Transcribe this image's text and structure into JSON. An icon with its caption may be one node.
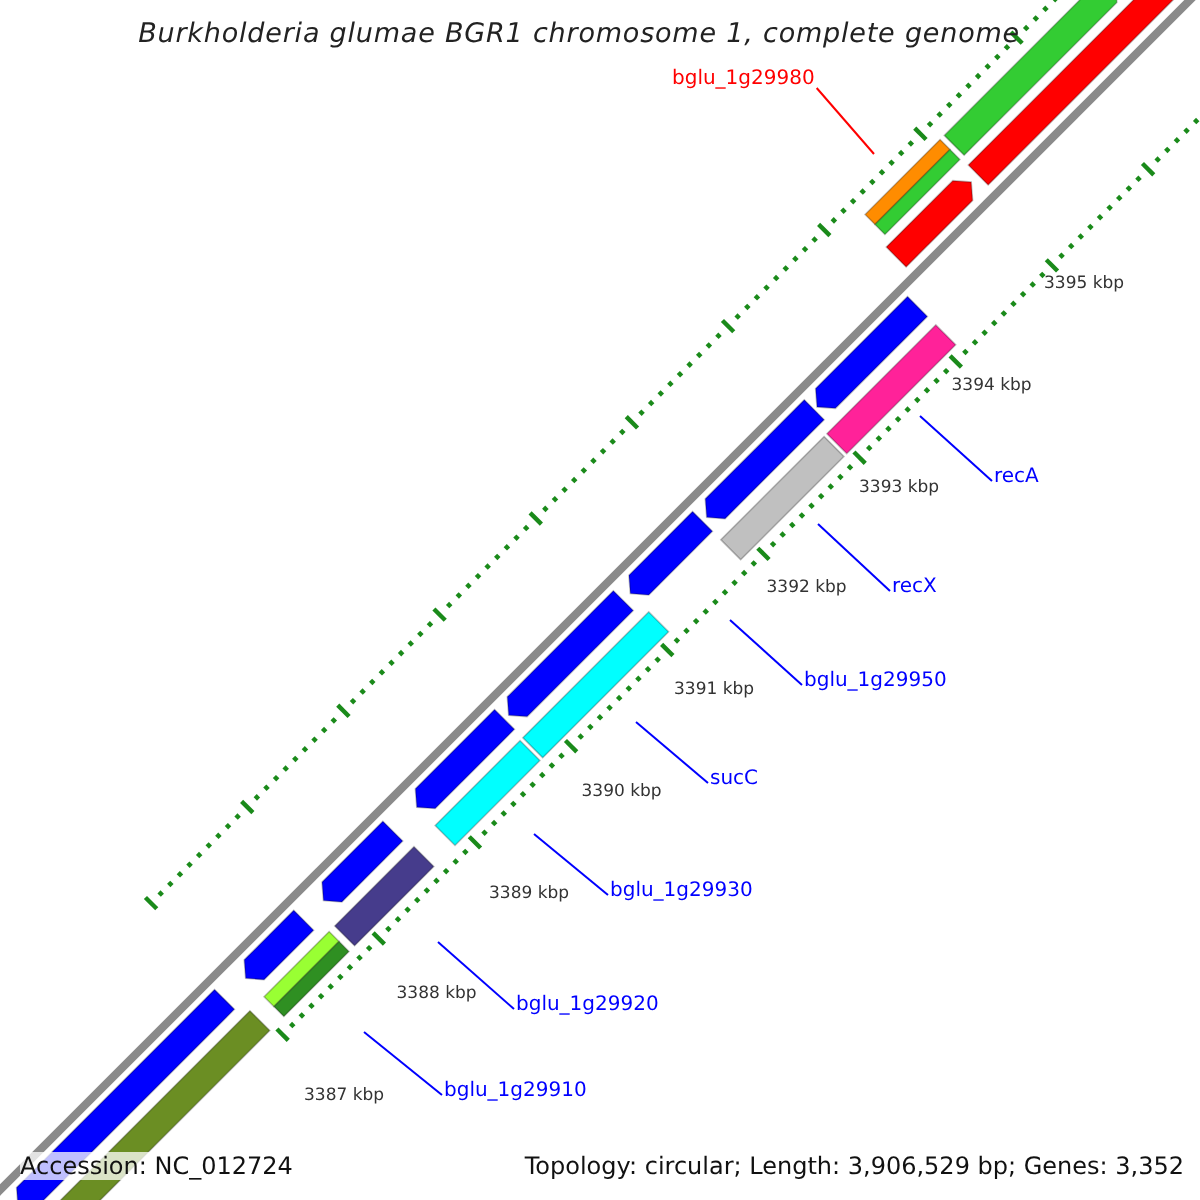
{
  "diagram": {
    "title": "Burkholderia glumae BGR1 chromosome 1, complete genome",
    "nodes": [
      {
        "text": [
          "bglu_1g29980"
        ]
      },
      {
        "text": [
          "recA"
        ]
      },
      {
        "text": [
          "recX"
        ]
      },
      {
        "text": [
          "bglu_1g29950"
        ]
      },
      {
        "text": [
          "sucC"
        ]
      },
      {
        "text": [
          "bglu_1g29930"
        ]
      },
      {
        "text": [
          "bglu_1g29920"
        ]
      },
      {
        "text": [
          "bglu_1g29910"
        ]
      }
    ],
    "edges": [
      {
        "from": 0,
        "to": null,
        "arrow": "none",
        "color": "#ff0000"
      },
      {
        "from": 1,
        "to": null,
        "arrow": "none"
      },
      {
        "from": 2,
        "to": null,
        "arrow": "none"
      },
      {
        "from": 3,
        "to": null,
        "arrow": "none"
      },
      {
        "from": 4,
        "to": null,
        "arrow": "none"
      },
      {
        "from": 5,
        "to": null,
        "arrow": "none"
      },
      {
        "from": 6,
        "to": null,
        "arrow": "none"
      },
      {
        "from": 7,
        "to": null,
        "arrow": "none"
      }
    ],
    "labels": [
      "3395 kbp",
      "3394 kbp",
      "3393 kbp",
      "3392 kbp",
      "3391 kbp",
      "3390 kbp",
      "3389 kbp",
      "3388 kbp",
      "3387 kbp",
      "Accession: NC_012724",
      "Topology: circular; Length: 3,906,529 bp; Genes: 3,352"
    ]
  }
}
